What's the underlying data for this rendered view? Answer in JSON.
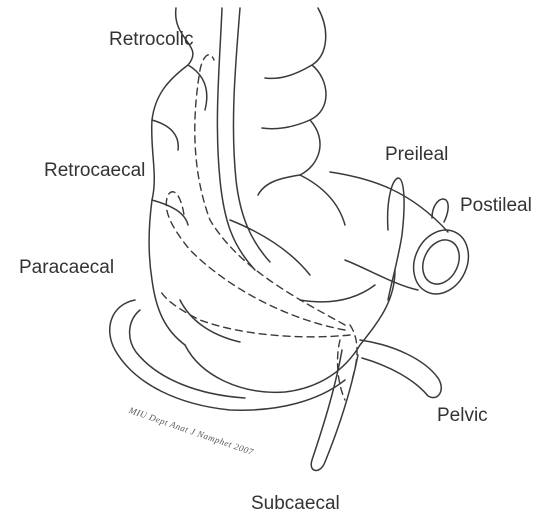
{
  "labels": {
    "retrocolic": "Retrocolic",
    "retrocaecal": "Retrocaecal",
    "paracaecal": "Paracaecal",
    "preileal": "Preileal",
    "postileal": "Postileal",
    "pelvic": "Pelvic",
    "subcaecal": "Subcaecal"
  },
  "watermark": "MIU Dept Anat J Namphet 2007",
  "colors": {
    "line": "#3a3a3a",
    "label": "#333333",
    "background": "#ffffff"
  }
}
